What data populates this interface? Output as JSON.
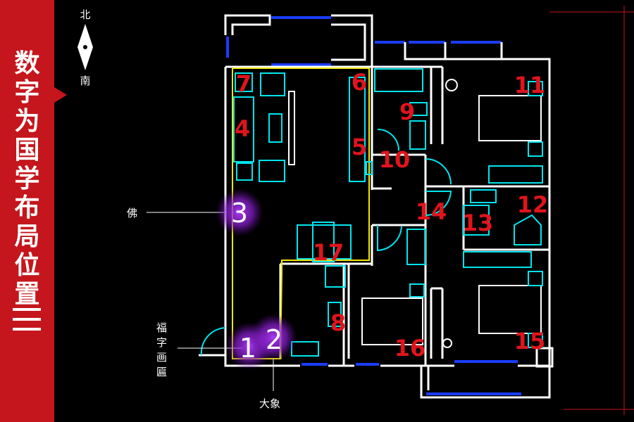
{
  "sidebar": {
    "title_chars": [
      "数",
      "字",
      "为",
      "国",
      "学",
      "布",
      "局",
      "位",
      "置"
    ],
    "chapter_mark": "三"
  },
  "compass": {
    "north": "北",
    "south": "南"
  },
  "callouts": {
    "buddha": "佛",
    "plaque": [
      "福",
      "字",
      "画",
      "匾"
    ],
    "elephant": "大象"
  },
  "markers": [
    "1",
    "2",
    "3"
  ],
  "room_numbers": [
    "4",
    "5",
    "6",
    "7",
    "8",
    "9",
    "10",
    "11",
    "12",
    "13",
    "14",
    "15",
    "16",
    "17"
  ],
  "colors": {
    "sidebar": "#c4161c",
    "background": "#000000",
    "wall": "#ffffff",
    "furniture": "#00e5ee",
    "window": "#1a3dff",
    "zone_outline": "#f2e600",
    "room_number": "#e0141c",
    "marker_glow": "#b23cff"
  }
}
